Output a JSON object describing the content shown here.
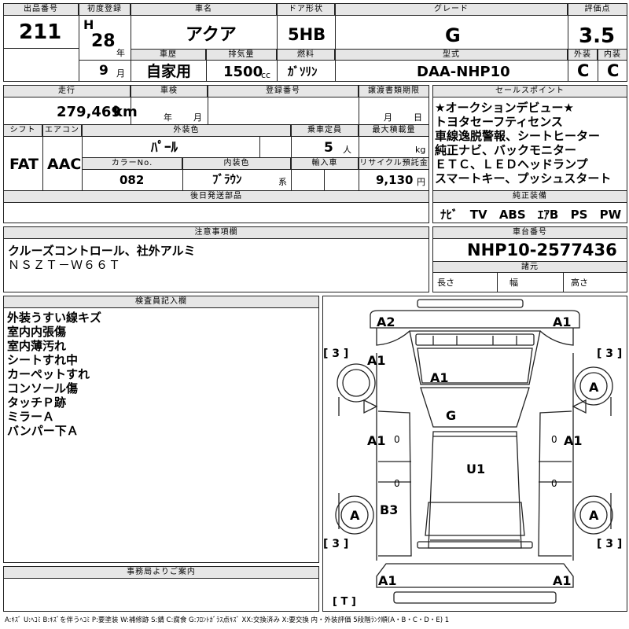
{
  "top": {
    "lot_label": "出品番号",
    "lot_value": "211",
    "first_reg_label": "初度登録",
    "era": "H",
    "year": "28",
    "year_unit": "年",
    "month": "9",
    "month_unit": "月",
    "car_name_label": "車名",
    "car_name": "アクア",
    "door_label": "ドア形状",
    "door": "5HB",
    "grade_label": "グレード",
    "grade": "G",
    "score_label": "評価点",
    "score": "3.5",
    "history_label": "車歴",
    "history": "自家用",
    "displacement_label": "排気量",
    "displacement": "1500",
    "displacement_unit": "cc",
    "fuel_label": "燃料",
    "fuel": "ｶﾞｿﾘﾝ",
    "model_label": "型式",
    "model": "DAA-NHP10",
    "exterior_label": "外装",
    "exterior": "C",
    "interior_label": "内装",
    "interior": "C"
  },
  "row2": {
    "mileage_label": "走行",
    "mileage": "279,469",
    "mileage_unit": "km",
    "inspection_label": "車検",
    "inspection_year": "年",
    "inspection_month": "月",
    "reg_no_label": "登録番号",
    "transfer_label": "譲渡書類期限",
    "transfer_month": "月",
    "transfer_day": "日",
    "shift_label": "シフト",
    "shift": "FAT",
    "ac_label": "エアコン",
    "ac": "AAC",
    "color_label": "外装色",
    "color": "ﾊﾟｰﾙ",
    "capacity_label": "乗車定員",
    "capacity": "5",
    "capacity_unit": "人",
    "load_label": "最大積載量",
    "load_unit": "kg",
    "color_no_label": "カラーNo.",
    "color_no": "082",
    "interior_color_label": "内装色",
    "interior_color": "ﾌﾞﾗｳﾝ",
    "interior_color_unit": "系",
    "import_label": "輸入車",
    "recycle_label": "リサイクル預託金",
    "recycle": "9,130",
    "recycle_unit": "円",
    "later_parts_label": "後日発送部品"
  },
  "selling": {
    "label": "セールスポイント",
    "lines": [
      "★オークションデビュー★",
      "トヨタセーフティセンス",
      "車線逸脱警報、シートヒーター",
      "純正ナビ、バックモニター",
      "ＥＴＣ、ＬＥＤヘッドランプ",
      "スマートキー、プッシュスタート"
    ],
    "equip_label": "純正装備",
    "equip": [
      "ﾅﾋﾞ",
      "TV",
      "ABS",
      "ｴｱB",
      "PS",
      "PW"
    ]
  },
  "notes": {
    "label": "注意事項欄",
    "lines": [
      "クルーズコントロール、社外アルミ",
      "ＮＳＺＴ－Ｗ６６Ｔ"
    ]
  },
  "chassis": {
    "label": "車台番号",
    "value": "NHP10-2577436",
    "dims_label": "諸元",
    "length": "長さ",
    "width": "幅",
    "height": "高さ"
  },
  "inspector": {
    "label": "検査員記入欄",
    "lines": [
      "外装うすい線キズ",
      "室内内張傷",
      "室内薄汚れ",
      "シートすれ中",
      "カーペットすれ",
      "コンソール傷",
      "タッチＰ跡",
      "ミラーＡ",
      "バンパー下Ａ"
    ]
  },
  "office": {
    "label": "事務局よりご案内"
  },
  "diagram": {
    "marks": {
      "a2": "A2",
      "a1_fr": "A1",
      "fl3": "[ 3 ]",
      "fr3": "[ 3 ]",
      "a1_hood_l": "A1",
      "a1_hood": "A1",
      "a_fr_tire": "A",
      "a_fl_tire": "",
      "g": "G",
      "a1_l": "A1",
      "zero_l": "0",
      "zero_r": "0",
      "a1_r": "A1",
      "u1": "U1",
      "zero_l2": "0",
      "zero_r2": "0",
      "a_rl_tire": "A",
      "b3": "B3",
      "a_rr_tire": "A",
      "rl3": "[ 3 ]",
      "rr3": "[ 3 ]",
      "a1_rl": "A1",
      "a1_rr": "A1",
      "t": "[ T ]"
    }
  },
  "legend": "A:ｷｽﾞ U:ﾍｺﾐ B:ｷｽﾞを伴うﾍｺﾐ P:要塗装 W:補修跡 S:錆 C:腐食 G:ﾌﾛﾝﾄｶﾞﾗｽ点ｷｽﾞ XX:交換済み X:要交換 内・外装評価 5段階ﾗﾝｸ順(A・B・C・D・E) 1"
}
